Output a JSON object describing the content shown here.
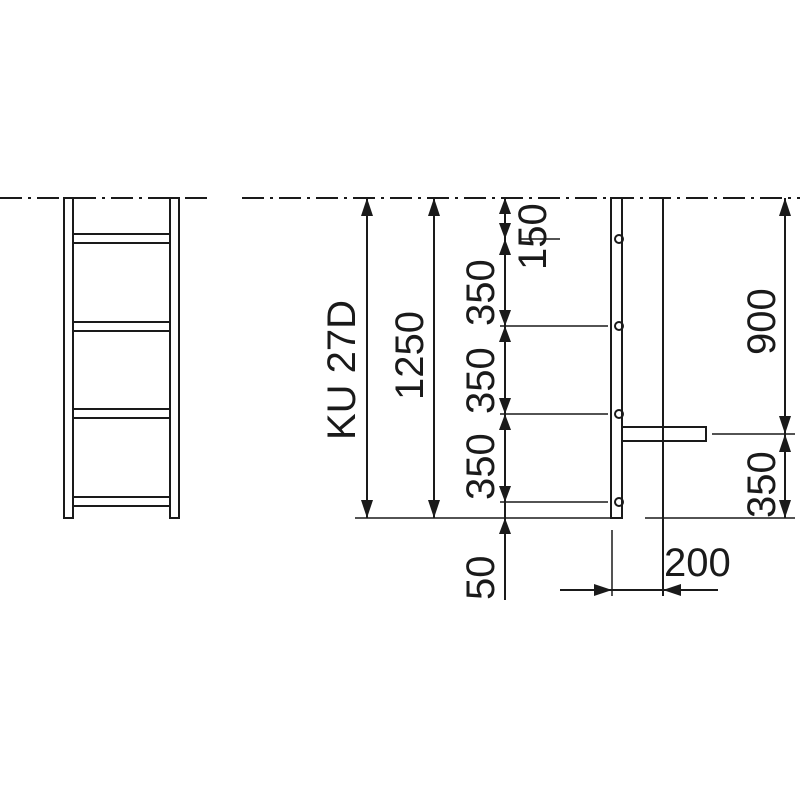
{
  "model_label": "KU 27D",
  "dimensions": {
    "total_height": "1250",
    "rung_spacing_1": "350",
    "rung_spacing_2": "350",
    "rung_spacing_3": "350",
    "top_offset": "150",
    "bottom_offset": "50",
    "upper_height": "900",
    "lower_height": "350",
    "bracket_depth": "200"
  },
  "colors": {
    "ink": "#1a1a1a",
    "background": "#ffffff"
  }
}
